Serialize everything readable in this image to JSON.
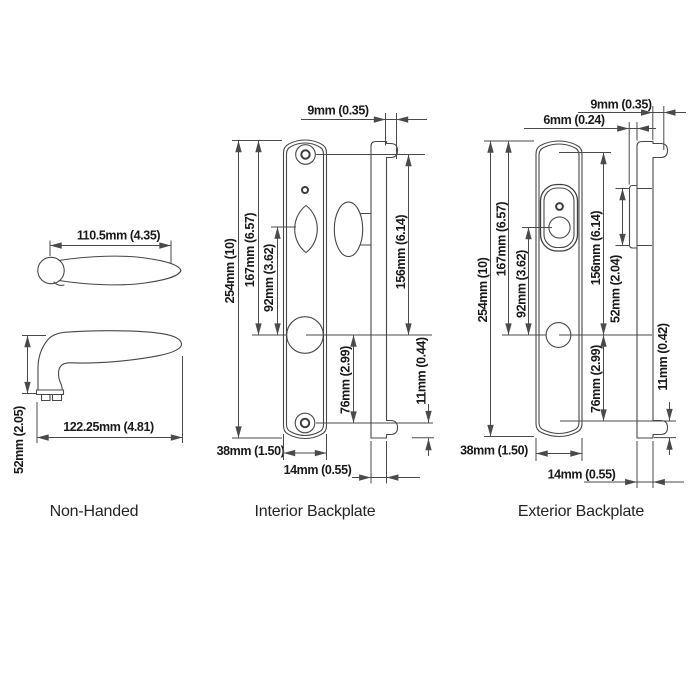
{
  "styles": {
    "line_color": "#474747",
    "text_color": "#191919",
    "background": "#ffffff"
  },
  "lever": {
    "label": "Non-Handed",
    "dims": {
      "top_length": "110.5mm (4.35)",
      "overall_length": "122.25mm (4.81)",
      "height": "52mm (2.05)"
    }
  },
  "interior": {
    "label": "Interior Backplate",
    "dims": {
      "end_cap_depth": "9mm (0.35)",
      "overall_height": "254mm (10)",
      "top_to_spindle": "167mm (6.57)",
      "thumbturn_to_spindle": "92mm (3.62)",
      "top_screw_to_spindle": "156mm (6.14)",
      "spindle_to_bottom_screw": "76mm (2.99)",
      "bottom_screw_to_edge": "11mm (0.44)",
      "plate_width": "38mm (1.50)",
      "plate_depth": "14mm (0.55)"
    }
  },
  "exterior": {
    "label": "Exterior Backplate",
    "dims": {
      "end_cap_depth": "9mm (0.35)",
      "cylinder_projection": "6mm (0.24)",
      "overall_height": "254mm (10)",
      "top_to_spindle": "167mm (6.57)",
      "cylinder_to_spindle": "92mm (3.62)",
      "top_fixing_to_spindle": "156mm (6.14)",
      "cylinder_housing_height": "52mm (2.04)",
      "spindle_to_bottom_fixing": "76mm (2.99)",
      "bottom_fixing_to_edge": "11mm (0.42)",
      "plate_width": "38mm (1.50)",
      "plate_depth": "14mm (0.55)"
    }
  }
}
